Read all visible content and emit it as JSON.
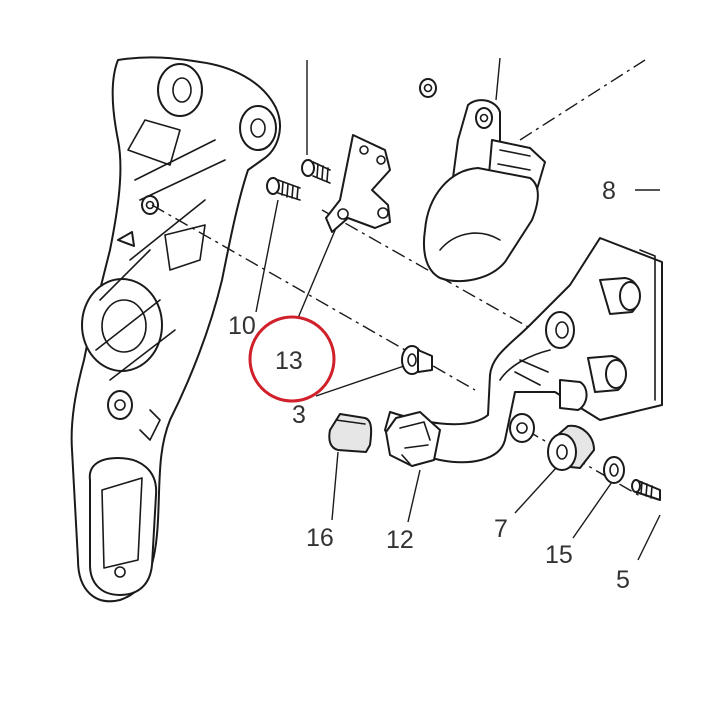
{
  "diagram": {
    "highlight_color": "#d0202a",
    "line_color": "#1a1a1a",
    "callouts": [
      {
        "id": "p8",
        "text": "8"
      },
      {
        "id": "p10",
        "text": "10"
      },
      {
        "id": "p13",
        "text": "13",
        "highlighted": true
      },
      {
        "id": "p3",
        "text": "3"
      },
      {
        "id": "p16",
        "text": "16"
      },
      {
        "id": "p12",
        "text": "12"
      },
      {
        "id": "p7",
        "text": "7"
      },
      {
        "id": "p15",
        "text": "15"
      },
      {
        "id": "p5",
        "text": "5"
      }
    ]
  }
}
